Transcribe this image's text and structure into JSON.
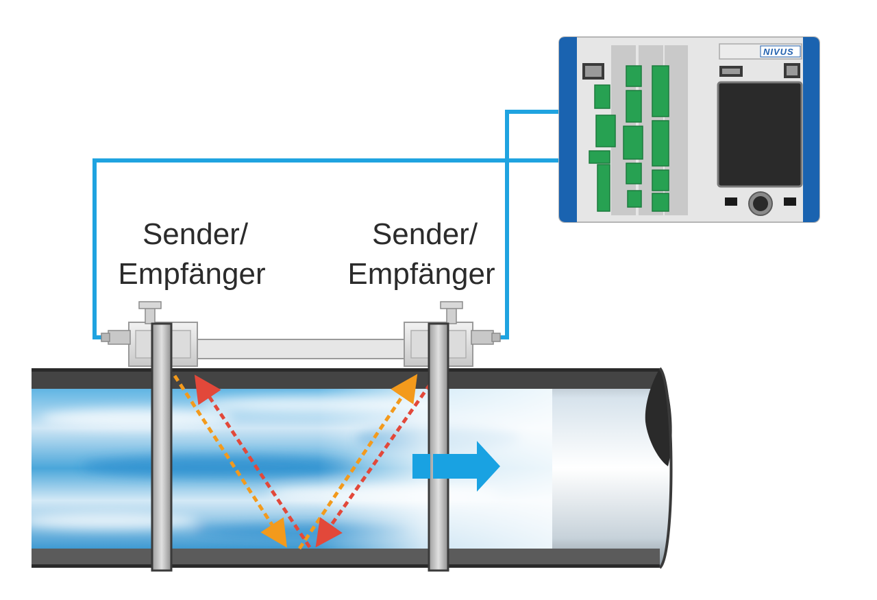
{
  "labels": {
    "left_line1": "Sender/",
    "left_line2": "Empfänger",
    "right_line1": "Sender/",
    "right_line2": "Empfänger"
  },
  "device": {
    "brand": "NIVUS"
  },
  "colors": {
    "cable": "#1fa3e0",
    "device_body": "#e4e4e4",
    "device_side": "#1a63b0",
    "modules": "#27a152",
    "screen": "#2a2a2a",
    "pipe_dark": "#3a3a3a",
    "water": "#4aa6da",
    "flow_arrow": "#19a2e2",
    "signal_orange": "#f39a1c",
    "signal_red": "#e2483a"
  },
  "icons": {
    "flow_direction": "arrow-right-icon",
    "signal_path": "dashed-arrow-icon"
  }
}
